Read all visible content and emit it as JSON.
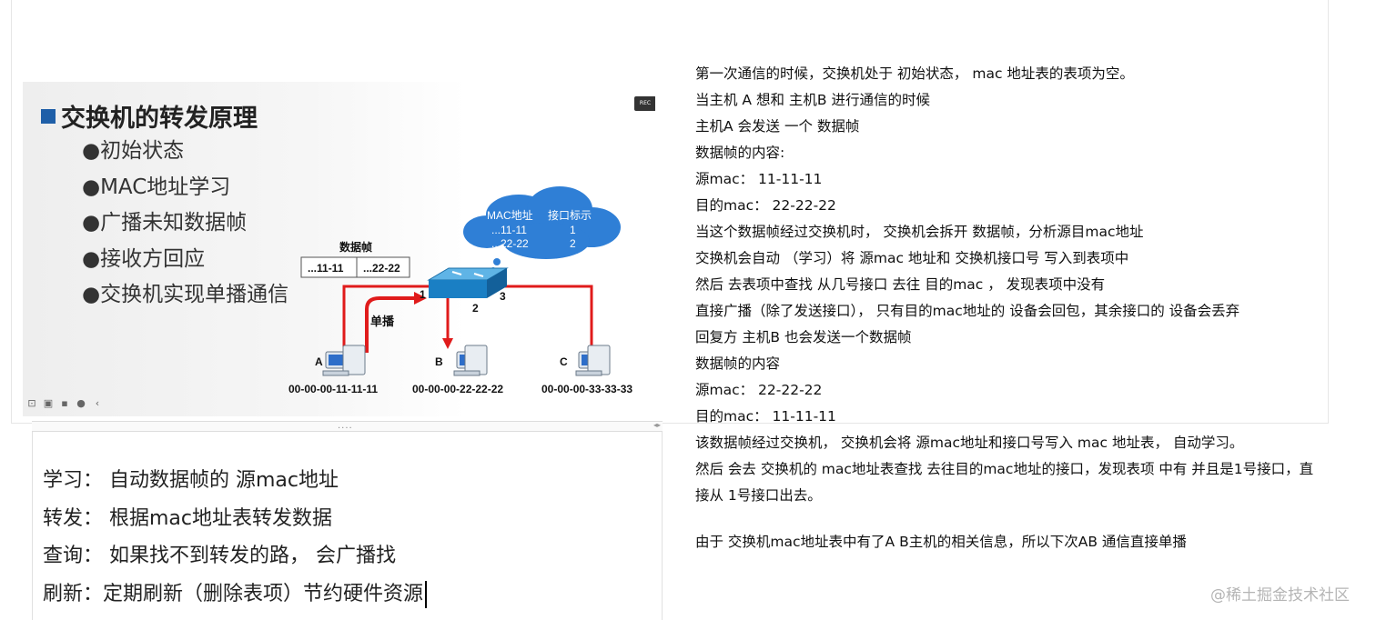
{
  "slide": {
    "title": "交换机的转发原理",
    "bullets": [
      "●初始状态",
      "●MAC地址学习",
      "●广播未知数据帧",
      "●接收方回应",
      "●交换机实现单播通信"
    ],
    "rec_label": "REC"
  },
  "diagram": {
    "cloud": {
      "header_mac": "MAC地址",
      "header_port": "接口标示",
      "rows": [
        {
          "mac": "...11-11",
          "port": "1"
        },
        {
          "mac": "...22-22",
          "port": "2"
        }
      ]
    },
    "frame_title": "数据帧",
    "frame_src": "...11-11",
    "frame_dst": "...22-22",
    "ports": [
      "1",
      "2",
      "3"
    ],
    "unicast_label": "单播",
    "hosts": [
      {
        "label": "A",
        "mac": "00-00-00-11-11-11"
      },
      {
        "label": "B",
        "mac": "00-00-00-22-22-22"
      },
      {
        "label": "C",
        "mac": "00-00-00-33-33-33"
      }
    ],
    "colors": {
      "link": "#e01b1b",
      "switch": "#1a7fc4",
      "cloud": "#2f7fd6"
    }
  },
  "splitter": {
    "grip": "....",
    "arrows": "◂▸"
  },
  "notes": [
    "学习：  自动数据帧的    源mac地址",
    "转发：  根据mac地址表转发数据",
    "查询：  如果找不到转发的路，  会广播找",
    "刷新：定期刷新（删除表项）节约硬件资源"
  ],
  "right_text": [
    "第一次通信的时候，交换机处于  初始状态，     mac 地址表的表项为空。",
    "当主机 A    想和   主机B   进行通信的时候",
    "主机A   会发送  一个  数据帧",
    "数据帧的内容:",
    "源mac：   11-11-11",
    "目的mac：  22-22-22",
    "当这个数据帧经过交换机时，  交换机会拆开    数据帧，分析源目mac地址",
    "交换机会自动  （学习）将 源mac  地址和   交换机接口号  写入到表项中",
    "然后  去表项中查找  从几号接口  去往 目的mac  ，  发现表项中没有",
    "直接广播（除了发送接口），  只有目的mac地址的 设备会回包，其余接口的 设备会丢弃",
    "回复方  主机B  也会发送一个数据帧",
    "数据帧的内容",
    "源mac：   22-22-22",
    "目的mac：  11-11-11",
    "该数据帧经过交换机，    交换机会将      源mac地址和接口号写入  mac  地址表，  自动学习。",
    "然后  会去  交换机的  mac地址表查找   去往目的mac地址的接口，发现表项  中有  并且是1号接口，直",
    "接从  1号接口出去。",
    "",
    "由于  交换机mac地址表中有了A  B主机的相关信息，所以下次AB  通信直接单播"
  ],
  "watermark": "@稀土掘金技术社区"
}
